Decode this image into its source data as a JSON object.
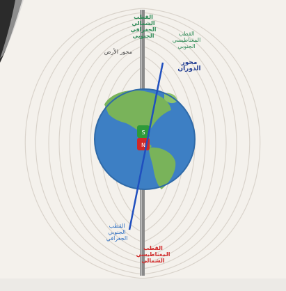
{
  "colors": {
    "background": "#f4f1ec",
    "field_lines": "#d9d3cb",
    "ocean": "#3d7fc4",
    "land": "#79b35a",
    "axis_line": "#1f4fbf",
    "bar_rod": "#8a8a8a",
    "magnet_north": "#d02828",
    "magnet_south": "#2e9a3a",
    "label_green": "#2e8b57",
    "label_red": "#d12a2a",
    "label_blue": "#1f3c93"
  },
  "labels": {
    "geographic_north": "القطب\nالشمالي الجغرافي\nالجنوبي",
    "magnetic_south": "القطب المغناطيسي\nالجنوبي",
    "axis_top": "محور الأرض",
    "axis_name": "محور\nالدوران",
    "geographic_south": "القطب\nالجنوبي\nالجغرافي",
    "magnetic_north": "القطب\nالمغناطيسي\nالشمالي"
  },
  "icons": {
    "globe": "earth-globe-icon",
    "magnet": "bar-magnet-icon",
    "corner": "dark-corner-shape"
  }
}
